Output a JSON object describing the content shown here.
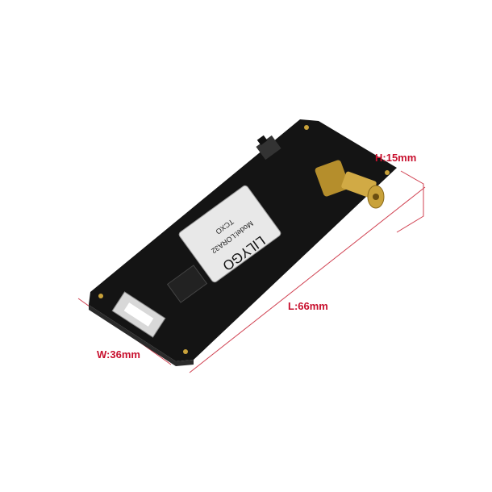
{
  "product": {
    "module_brand": "LILYGO",
    "module_model": "Model:LORA32",
    "module_osc": "TCXO"
  },
  "dimensions": {
    "height": "H:15mm",
    "length": "L:66mm",
    "width": "W:36mm"
  },
  "colors": {
    "dimension": "#c8102e",
    "board": "#141414",
    "antenna": "#c9a23a"
  }
}
